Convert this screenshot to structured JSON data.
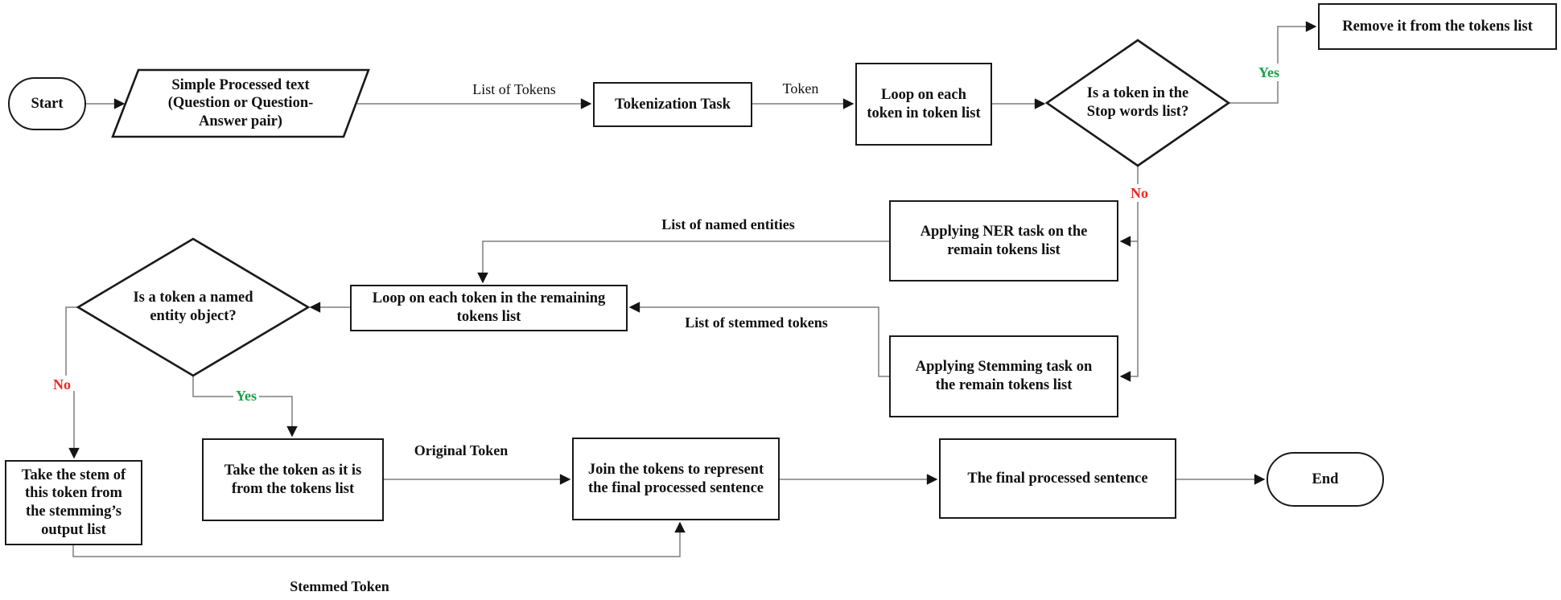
{
  "flowchart": {
    "nodes": {
      "start": {
        "label": "Start"
      },
      "input": {
        "label": "Simple Processed text\n(Question or Question-\nAnswer pair)"
      },
      "tokenization": {
        "label": "Tokenization Task"
      },
      "loop_tokens": {
        "label": "Loop on each\ntoken in token list"
      },
      "stopwords_decision": {
        "label": "Is a token in the\nStop words list?"
      },
      "remove_token": {
        "label": "Remove it from the tokens list"
      },
      "ner_task": {
        "label": "Applying NER task on the\nremain tokens list"
      },
      "stemming_task": {
        "label": "Applying Stemming task on\nthe remain tokens list"
      },
      "loop_remaining": {
        "label": "Loop on each token in the remaining\ntokens list"
      },
      "ner_decision": {
        "label": "Is a token a named\nentity object?"
      },
      "take_stem": {
        "label": "Take the stem of\nthis token from\nthe stemming’s\noutput list"
      },
      "take_token": {
        "label": "Take the token as it is\nfrom the tokens list"
      },
      "join_tokens": {
        "label": "Join the tokens to represent\nthe final processed sentence"
      },
      "final_sentence": {
        "label": "The final processed sentence"
      },
      "end": {
        "label": "End"
      }
    },
    "edge_labels": {
      "list_of_tokens": "List of Tokens",
      "token": "Token",
      "yes_top": "Yes",
      "no_top": "No",
      "list_of_named_entities": "List of named entities",
      "list_of_stemmed_tokens": "List of stemmed tokens",
      "no_left": "No",
      "yes_mid": "Yes",
      "original_token": "Original Token",
      "stemmed_token": "Stemmed Token"
    },
    "colors": {
      "yes": "#19a24a",
      "no": "#ee2724",
      "line": "#7f7f7f",
      "border": "#1a1a1a",
      "background": "#ffffff"
    }
  }
}
